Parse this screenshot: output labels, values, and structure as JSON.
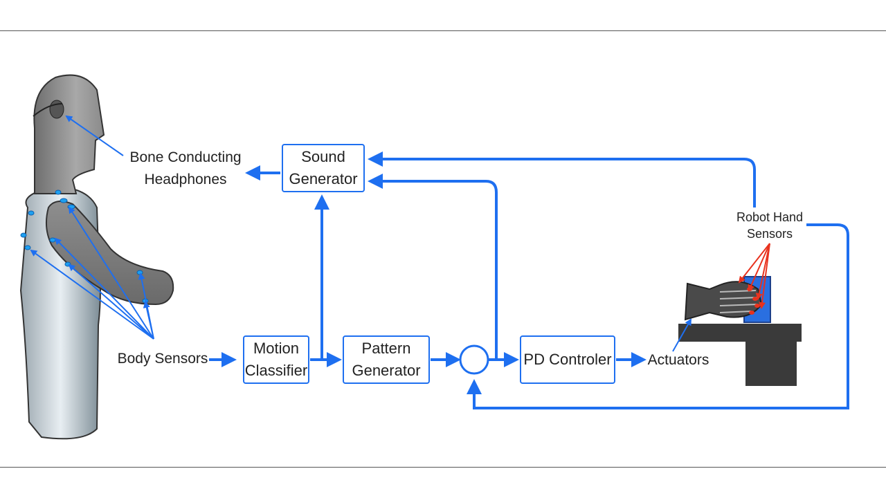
{
  "diagram": {
    "nodes": {
      "sound_generator": {
        "line1": "Sound",
        "line2": "Generator"
      },
      "motion_classifier": {
        "line1": "Motion",
        "line2": "Classifier"
      },
      "pattern_generator": {
        "line1": "Pattern",
        "line2": "Generator"
      },
      "pd_controller": {
        "text": "PD Controler"
      }
    },
    "labels": {
      "headphones": {
        "line1": "Bone Conducting",
        "line2": "Headphones"
      },
      "body_sensors": "Body Sensors",
      "actuators": "Actuators",
      "robot_hand_sensors": {
        "line1": "Robot Hand",
        "line2": "Sensors"
      }
    },
    "edges": [
      {
        "from": "body_sensors",
        "to": "motion_classifier"
      },
      {
        "from": "motion_classifier",
        "to": "pattern_generator"
      },
      {
        "from": "motion_classifier",
        "to": "sound_generator"
      },
      {
        "from": "pattern_generator",
        "to": "summing_junction"
      },
      {
        "from": "summing_junction",
        "to": "pd_controller"
      },
      {
        "from": "summing_junction",
        "to": "sound_generator"
      },
      {
        "from": "pd_controller",
        "to": "actuators"
      },
      {
        "from": "robot_hand_sensors",
        "to": "sound_generator"
      },
      {
        "from": "robot_hand_sensors",
        "to": "summing_junction"
      },
      {
        "from": "sound_generator",
        "to": "headphones"
      }
    ],
    "colors": {
      "flow": "#1e6ff0",
      "sensor_marker": "#e8321e",
      "body": "#8a8a8a"
    }
  }
}
